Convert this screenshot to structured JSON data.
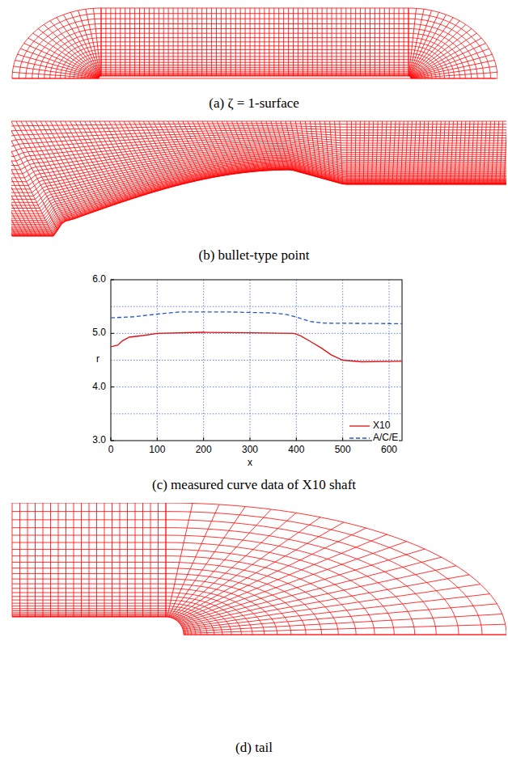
{
  "diagram": {
    "labels": [
      "(a) ζ = 1-surface",
      "(b) bullet-type point",
      "6.0",
      "5.0",
      "4.0",
      "3.0",
      "r",
      "0",
      "100",
      "200",
      "300",
      "400",
      "500",
      "600",
      "x",
      "(c) measured curve data of X10 shaft",
      "(d) tail"
    ],
    "legend": [
      {
        "text": "X10"
      },
      {
        "text": "A/C/E"
      }
    ]
  }
}
